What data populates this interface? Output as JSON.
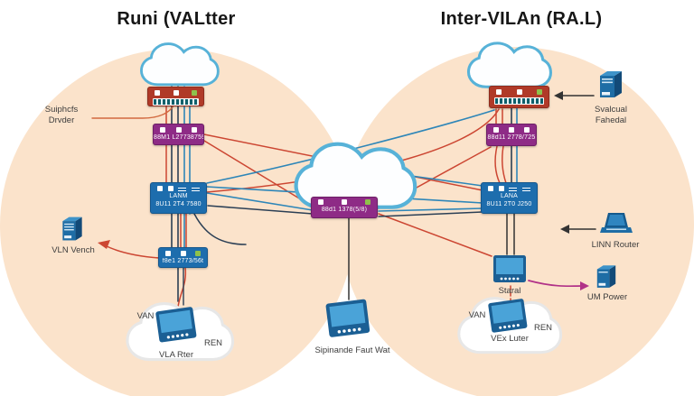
{
  "titles": {
    "left": "Runi (VALtter",
    "right": "Inter-VILAn (RA.L)"
  },
  "left_zone": {
    "divider_label_line1": "Suiphcfs",
    "divider_label_line2": "Drvder",
    "purple_switch_label": "88M1 L27738759",
    "lan_switch_name": "LANM",
    "lan_switch_id": "8U11 2T4 7580",
    "access_switch_label": "f8e1 2773/56t",
    "server_label": "VLN Vench",
    "cloud_tag_left": "VAN",
    "cloud_tag_right": "REN",
    "cloud_device_label": "VLA Rter"
  },
  "center_zone": {
    "core_switch_label": "88d1 1378(5/8)",
    "device_label": "Sipinande Faut Wat"
  },
  "right_zone": {
    "purple_switch_label": "88d11 2778/725",
    "lan_switch_name": "LANA",
    "lan_switch_id": "8U11 2T0 J250",
    "server_label_line1": "Svalcual",
    "server_label_line2": "Fahedal",
    "router_label": "LINN Router",
    "power_label": "UM Power",
    "monitor_label": "Staral",
    "cloud_tag_left": "VAN",
    "cloud_tag_right": "REN",
    "cloud_device_label": "VEx Luter"
  },
  "colors": {
    "zone_fill": "#fbe3cb",
    "switch_red": "#b03a28",
    "switch_purple": "#8e2b86",
    "switch_blue": "#1d6dad",
    "cloud_stroke": "#57b2d8",
    "wire_red": "#cc4632",
    "wire_orange": "#d2693f",
    "wire_blue": "#2e86b8",
    "wire_navy": "#2b3f55",
    "wire_black": "#333333",
    "wire_magenta": "#b13288"
  }
}
